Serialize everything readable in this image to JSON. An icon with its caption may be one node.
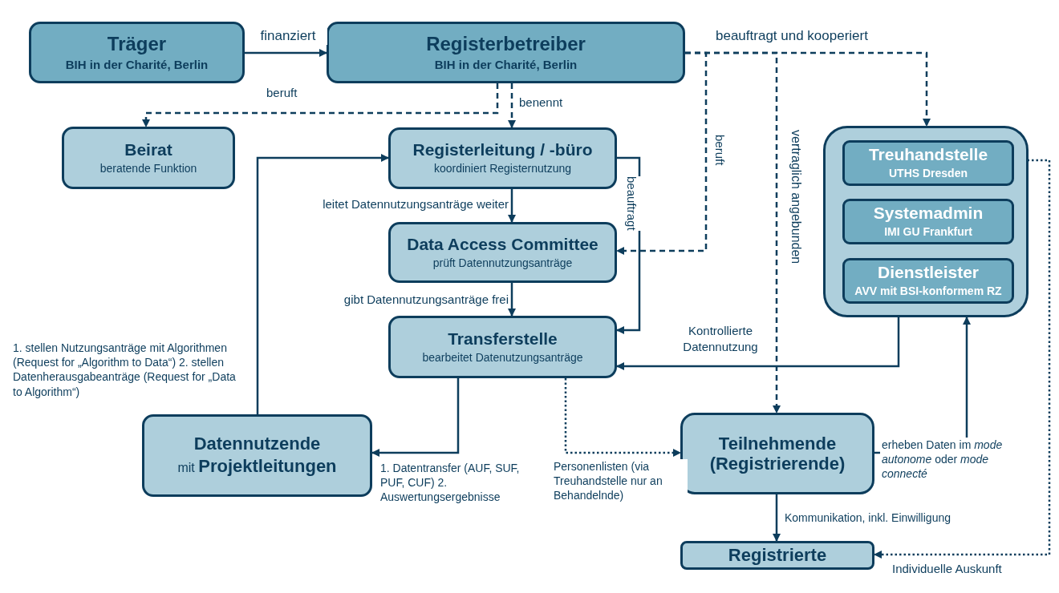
{
  "diagram": {
    "nodes": [
      {
        "text": [
          "Träger",
          "BIH in der Charité, Berlin"
        ]
      },
      {
        "text": [
          "Registerbetreiber",
          "BIH in der Charité, Berlin"
        ]
      },
      {
        "text": [
          "Beirat",
          "beratende Funktion"
        ]
      },
      {
        "text": [
          "Registerleitung / -büro",
          "koordiniert Registernutzung"
        ]
      },
      {
        "text": [
          "Data Access Committee",
          "prüft Datennutzungsanträge"
        ]
      },
      {
        "text": [
          "Transferstelle",
          "bearbeitet Datenutzungsanträge"
        ]
      },
      {
        "text": [],
        "shape": "box"
      },
      {
        "text": [
          "Treuhandstelle",
          "UTHS Dresden"
        ],
        "in": 6
      },
      {
        "text": [
          "Systemadmin",
          "IMI GU Frankfurt"
        ],
        "in": 6
      },
      {
        "text": [
          "Dienstleister",
          "AVV mit BSI-konformem RZ"
        ],
        "in": 6
      },
      {
        "text": [
          "Datennutzende",
          "mit **Projektleitungen**"
        ]
      },
      {
        "text": [
          "Teilnehmende (Registrierende)"
        ]
      },
      {
        "text": [
          "Registrierte"
        ]
      }
    ],
    "edges": [
      {
        "from": 0,
        "to": 1,
        "arrow": "to",
        "label": "finanziert"
      },
      {
        "from": 1,
        "to": 2,
        "arrow": "to",
        "label": "beruft",
        "style": "dashed"
      },
      {
        "from": 1,
        "to": 3,
        "arrow": "to",
        "label": "benennt",
        "style": "dashed"
      },
      {
        "from": 1,
        "to": 6,
        "arrow": "to",
        "label": "beauftragt und kooperiert",
        "style": "dashed"
      },
      {
        "from": 1,
        "to": 4,
        "arrow": "to",
        "label": "beruft",
        "style": "dashed"
      },
      {
        "from": 1,
        "to": 11,
        "arrow": "to",
        "label": "vertraglich angebunden",
        "style": "dashed"
      },
      {
        "from": 3,
        "to": 4,
        "arrow": "to",
        "label": "leitet Datennutzungsanträge weiter"
      },
      {
        "from": 4,
        "to": 5,
        "arrow": "to",
        "label": "gibt Datennutzungsanträge frei"
      },
      {
        "from": 3,
        "to": 5,
        "arrow": "to",
        "label": "beauftragt"
      },
      {
        "from": 10,
        "to": 3,
        "arrow": "to",
        "label": "1. stellen Nutzungsanträge mit Algorithmen (Request for „Algorithm to Data“) 2. stellen Datenherausgabeanträge (Request for „Data to Algorithm“)"
      },
      {
        "from": 5,
        "to": 10,
        "arrow": "to",
        "label": "1. Datentransfer (AUF, SUF, PUF, CUF) 2. Auswertungsergebnisse"
      },
      {
        "from": 6,
        "to": 5,
        "arrow": "to",
        "label": "Kontrollierte Datennutzung"
      },
      {
        "from": 11,
        "to": 6,
        "arrow": "to",
        "label": "erheben Daten im *mode autonome* oder *mode connecté*"
      },
      {
        "from": 5,
        "to": 11,
        "arrow": "to",
        "label": "Personenlisten (via Treuhandstelle nur an Behandelnde)",
        "style": "dashed"
      },
      {
        "from": 11,
        "to": 12,
        "arrow": "to",
        "label": "Kommunikation, inkl. Einwilligung"
      },
      {
        "from": 7,
        "to": 12,
        "arrow": "to",
        "label": "Individuelle Auskunft",
        "style": "dashed"
      }
    ]
  }
}
